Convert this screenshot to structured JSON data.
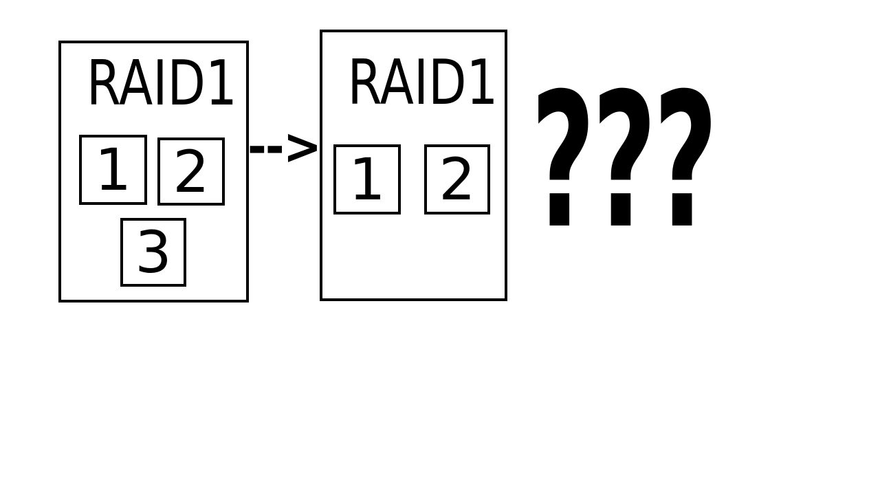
{
  "canvas": {
    "background_color": "#ffffff",
    "ink_color": "#000000"
  },
  "diagram": {
    "before": {
      "label": "RAID1",
      "disks": [
        "1",
        "2",
        "3"
      ]
    },
    "arrow": "-->",
    "after": {
      "label": "RAID1",
      "disks": [
        "1",
        "2"
      ]
    },
    "question": "???"
  }
}
